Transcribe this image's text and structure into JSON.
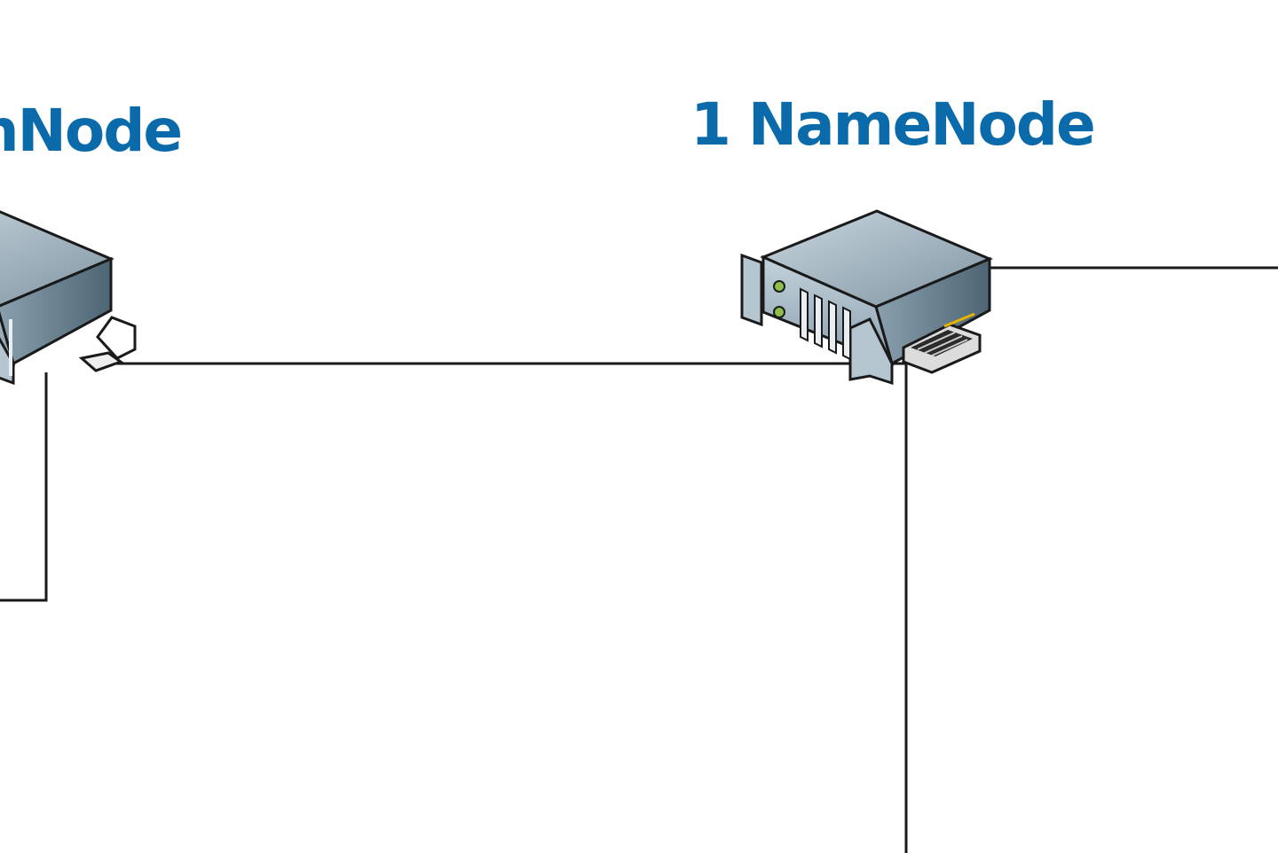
{
  "diagram": {
    "nodes": [
      {
        "id": "left-node",
        "label": "inNode",
        "icon": "server-icon"
      },
      {
        "id": "right-node",
        "label": "1 NameNode",
        "icon": "server-icon"
      }
    ],
    "colors": {
      "label": "#0a6aaa",
      "wire": "#1a1a1a",
      "server_top": "#8fa3b0",
      "server_front": "#a9bcc8",
      "server_side": "#5f7685"
    }
  }
}
